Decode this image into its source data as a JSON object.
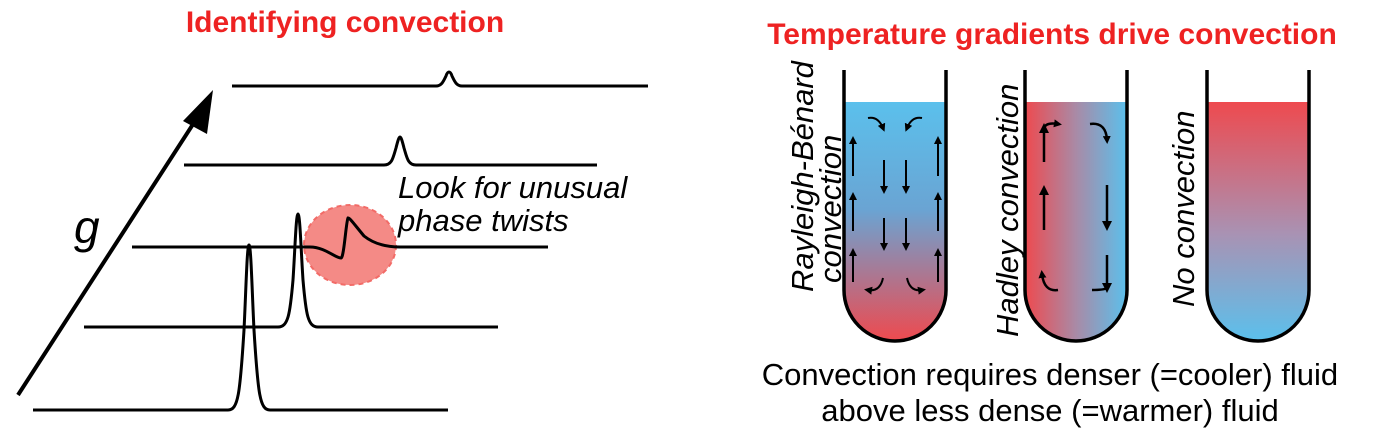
{
  "left_panel": {
    "title": "Identifying convection",
    "axis_label": "g",
    "annotation_line1": "Look for unusual",
    "annotation_line2": "phase twists"
  },
  "right_panel": {
    "title": "Temperature gradients drive convection",
    "tubes": [
      {
        "label_line1": "Rayleigh-Bénard",
        "label_line2": "convection"
      },
      {
        "label_line1": "Hadley convection",
        "label_line2": ""
      },
      {
        "label_line1": "No convection",
        "label_line2": ""
      }
    ],
    "caption_line1": "Convection requires denser (=cooler) fluid",
    "caption_line2": "above less dense (=warmer) fluid"
  },
  "colors": {
    "title_red": "#ee2222",
    "hot_red": "#ee4a4f",
    "cold_blue": "#5bc0ec",
    "highlight_pink": "#f48a86"
  }
}
